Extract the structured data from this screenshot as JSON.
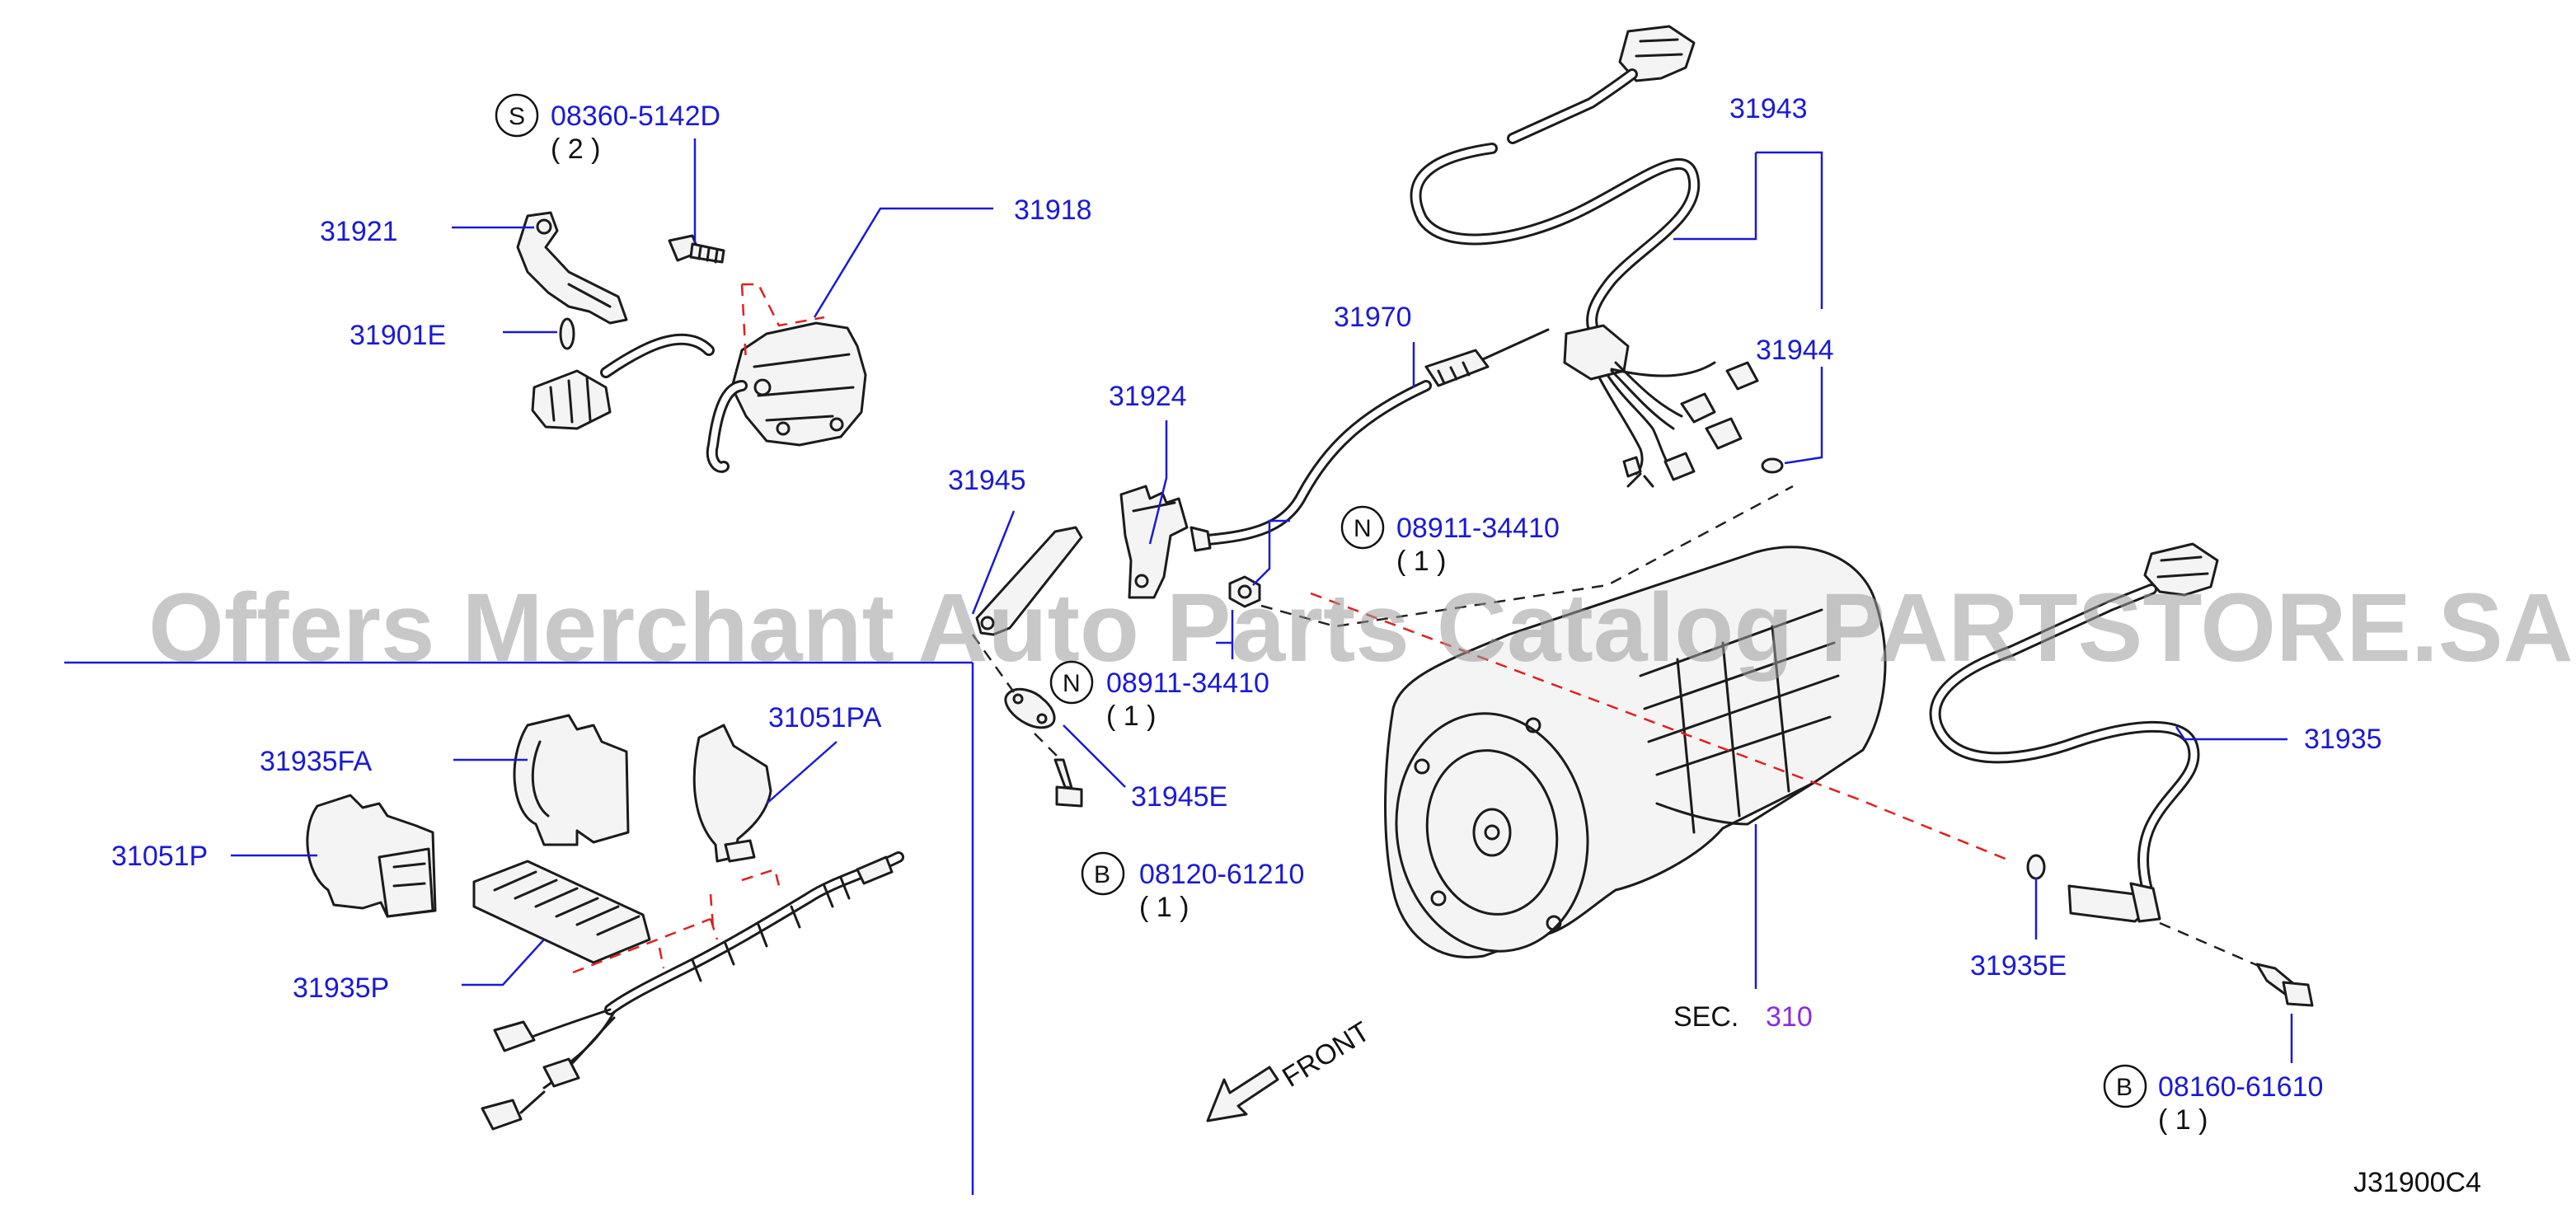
{
  "watermark": "Offers Merchant Auto Parts Catalog PARTSTORE.SA",
  "diagram_code": "J31900C4",
  "front_label": "FRONT",
  "section_ref": {
    "prefix": "SEC.",
    "number": "310"
  },
  "fasteners": [
    {
      "mark": "S",
      "part_no": "08360-5142D",
      "qty": "( 2 )"
    },
    {
      "mark": "N",
      "part_no": "08911-34410",
      "qty": "( 1 )"
    },
    {
      "mark": "N",
      "part_no": "08911-34410",
      "qty": "( 1 )"
    },
    {
      "mark": "B",
      "part_no": "08120-61210",
      "qty": "( 1 )"
    },
    {
      "mark": "B",
      "part_no": "08160-61610",
      "qty": "( 1 )"
    }
  ],
  "parts": [
    "31921",
    "31918",
    "31901E",
    "31943",
    "31970",
    "31944",
    "31924",
    "31945",
    "31945E",
    "31935",
    "31935E",
    "31935FA",
    "31051PA",
    "31051P",
    "31935P"
  ]
}
